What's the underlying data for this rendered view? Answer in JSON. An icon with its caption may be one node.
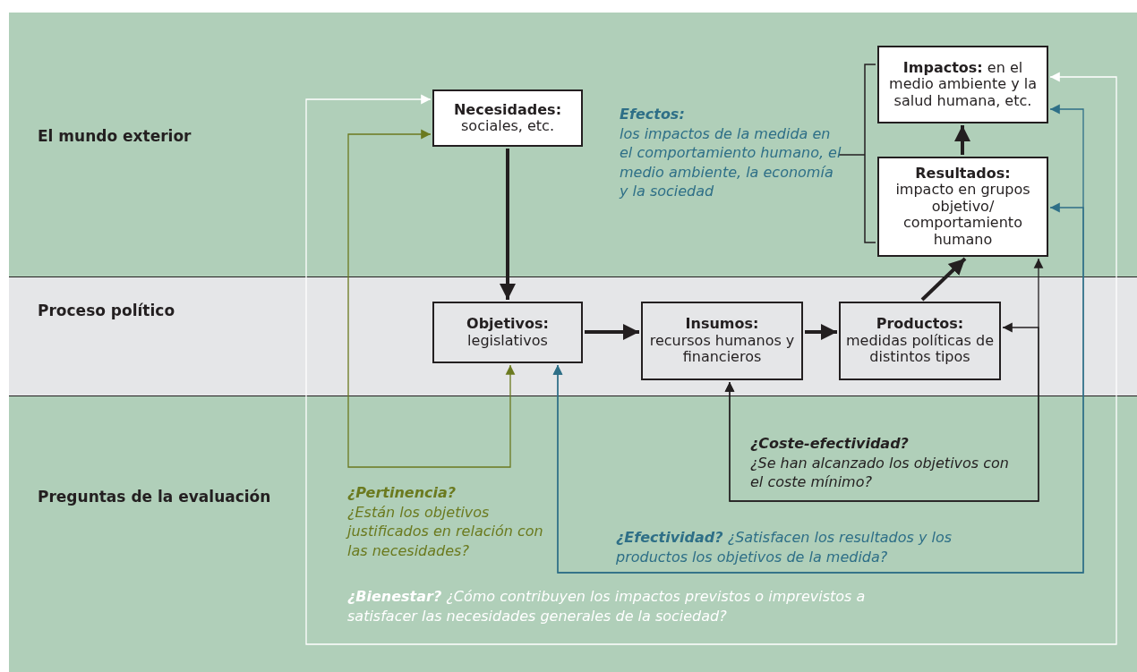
{
  "diagram": {
    "nodes": [
      {
        "text": [
          "Necesidades:",
          "sociales, etc."
        ]
      },
      {
        "text": [
          "Objetivos:",
          "legislativos"
        ]
      },
      {
        "text": [
          "Insumos:",
          "recursos humanos y financieros"
        ]
      },
      {
        "text": [
          "Productos:",
          "medidas políticas de distintos tipos"
        ]
      },
      {
        "text": [
          "Resultados:",
          "impacto en grupos objetivo/ comportamiento humano"
        ]
      },
      {
        "text": [
          "**Impactos:** en el medio ambiente y la salud humana, etc."
        ]
      }
    ],
    "edges": [
      {
        "from": 0,
        "to": 1,
        "arrow": "to",
        "style": "thick"
      },
      {
        "from": 1,
        "to": 2,
        "arrow": "to",
        "style": "thick"
      },
      {
        "from": 2,
        "to": 3,
        "arrow": "to",
        "style": "thick"
      },
      {
        "from": 3,
        "to": 4,
        "arrow": "to",
        "style": "thick"
      },
      {
        "from": 4,
        "to": 5,
        "arrow": "to",
        "style": "thick"
      },
      {
        "from": 1,
        "to": 0,
        "arrow": "both",
        "color": "#6b7a1f"
      },
      {
        "from": 1,
        "to": 4,
        "arrow": "both",
        "color": "#2e6f87"
      },
      {
        "from": 1,
        "to": 5,
        "arrow": "both",
        "color": "#2e6f87"
      },
      {
        "from": 2,
        "to": 4,
        "arrow": "both"
      },
      {
        "from": 2,
        "to": 3,
        "arrow": "both"
      },
      {
        "from": 0,
        "to": 5,
        "arrow": "both",
        "color": "#ffffff"
      }
    ],
    "labels": [
      "El mundo exterior",
      "Proceso político",
      "Preguntas de la evaluación",
      "**Efectos:** los impactos de la medida en el comportamiento humano, el medio ambiente, la economía y la sociedad",
      "**¿Pertinencia?** ¿Están los objetivos justificados en relación con las necesidades?",
      "**¿Coste-efectividad?** ¿Se han alcanzado los objetivos con el coste mínimo?",
      "**¿Efectividad?** ¿Satisfacen los resultados y los productos los objetivos de la medida?",
      "**¿Bienestar?** ¿Cómo contribuyen los impactos previstos o imprevistos a satisfacer las necesidades generales de la sociedad?"
    ]
  }
}
